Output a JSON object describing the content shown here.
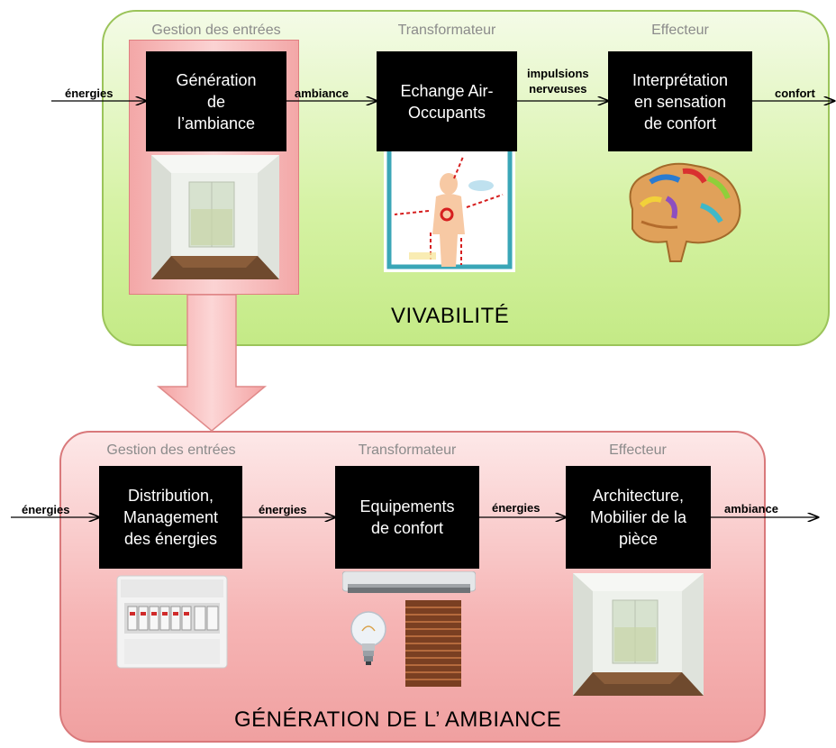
{
  "vivabilite": {
    "title": "VIVABILITÉ",
    "stage_headers": [
      "Gestion des entrées",
      "Transformateur",
      "Effecteur"
    ],
    "boxes": [
      "Génération\nde\nl’ambiance",
      "Echange Air-\nOccupants",
      "Interprétation\nen sensation\nde confort"
    ],
    "flows": [
      "énergies",
      "ambiance",
      "impulsions\nnerveuses",
      "confort"
    ],
    "icons": [
      "room-image",
      "occupant-heat-exchange-image",
      "brain-image"
    ]
  },
  "generation": {
    "title": "GÉNÉRATION  DE  L’ AMBIANCE",
    "stage_headers": [
      "Gestion des entrées",
      "Transformateur",
      "Effecteur"
    ],
    "boxes": [
      "Distribution,\nManagement\ndes énergies",
      "Equipements\nde confort",
      "Architecture,\nMobilier de la\npièce"
    ],
    "flows": [
      "énergies",
      "énergies",
      "énergies",
      "ambiance"
    ],
    "icons": [
      "electrical-panel-image",
      "air-conditioner-image",
      "light-bulb-image",
      "window-blind-image",
      "room-image"
    ]
  },
  "colors": {
    "green_panel": "#d5f2a3",
    "red_panel": "#f6b5b5",
    "box": "#000000",
    "arrow_down": "#f7b7b7"
  }
}
